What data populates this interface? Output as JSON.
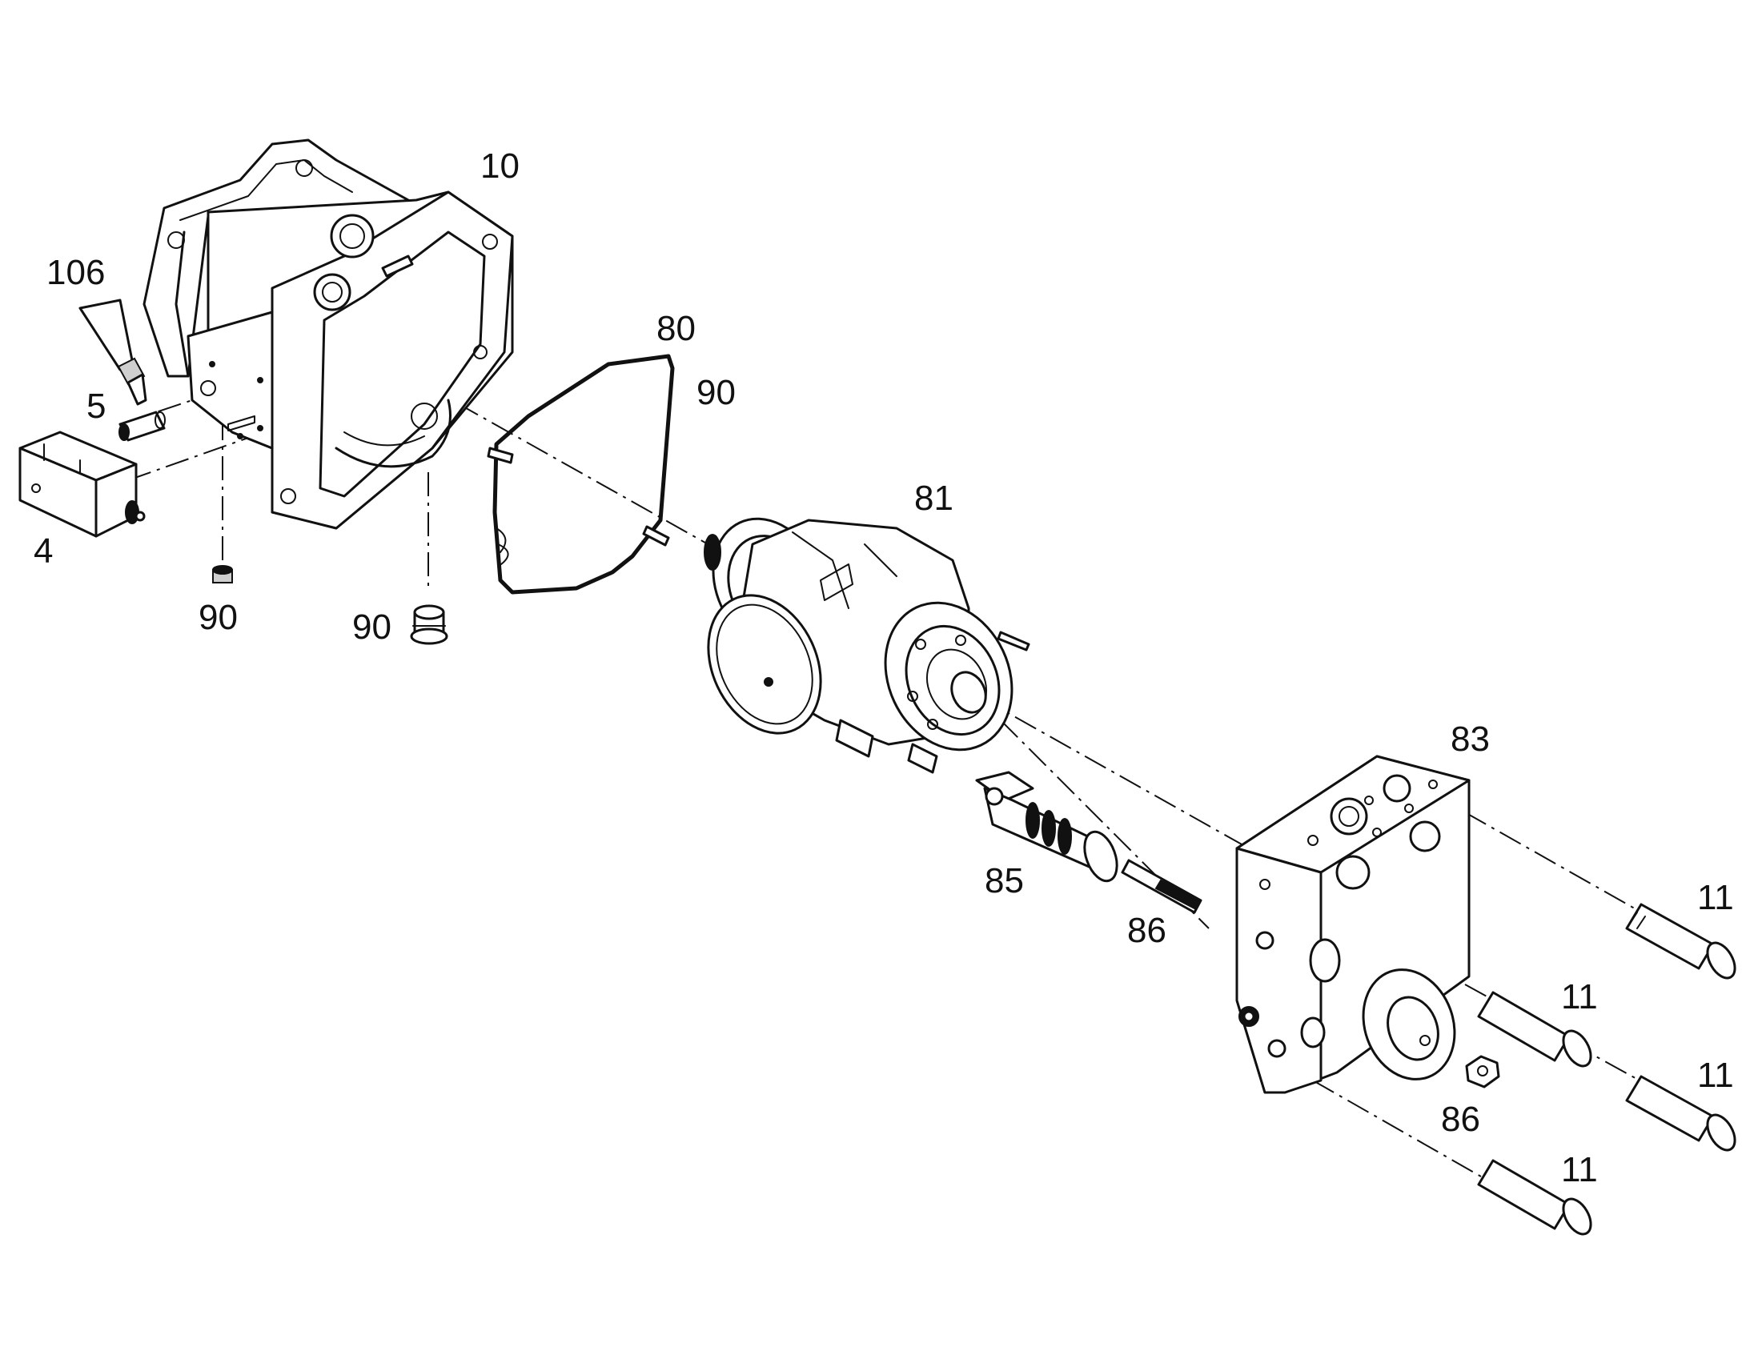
{
  "callouts": {
    "c10": "10",
    "c106": "106",
    "c5": "5",
    "c4": "4",
    "c90_bolt": "90",
    "c90_plug": "90",
    "c80": "80",
    "c90_ring": "90",
    "c81": "81",
    "c83": "83",
    "c85": "85",
    "c86_pin": "86",
    "c86_nut": "86",
    "c11_top": "11",
    "c11_mid": "11",
    "c11_right": "11",
    "c11_bottom": "11"
  }
}
